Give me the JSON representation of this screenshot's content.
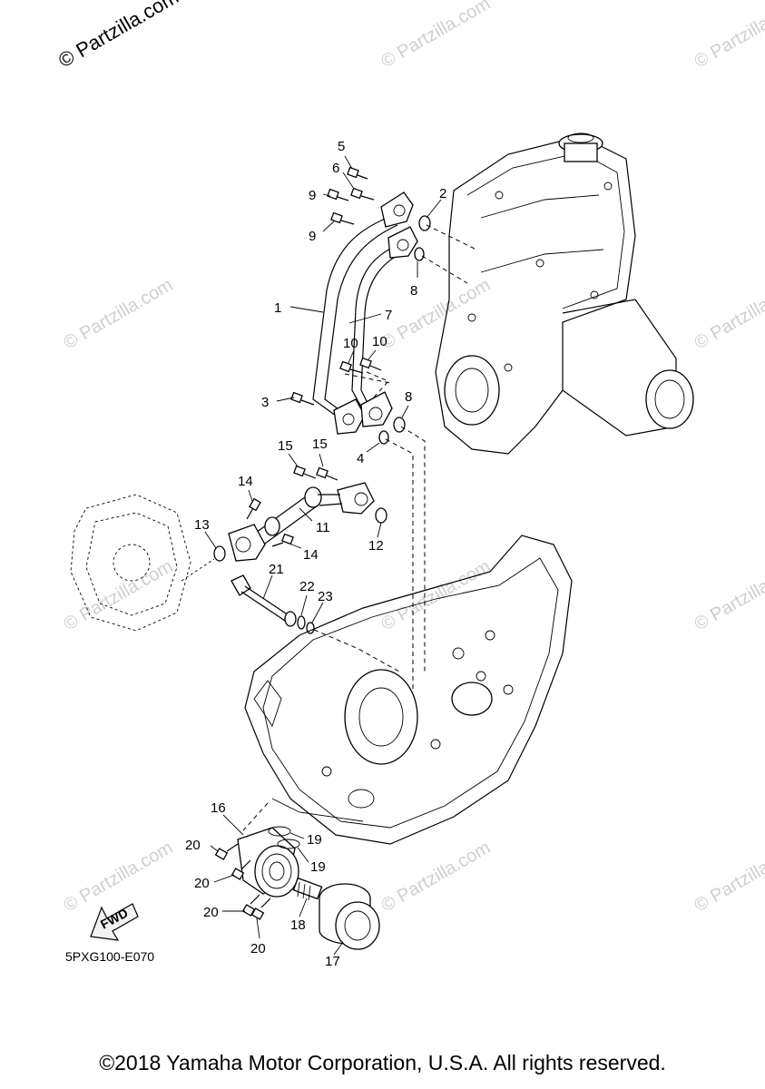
{
  "watermark_corner": "© Partzilla.com",
  "watermark_repeat": "© Partzilla.com",
  "callouts": {
    "c1": "1",
    "c2": "2",
    "c3": "3",
    "c4": "4",
    "c5": "5",
    "c6": "6",
    "c7": "7",
    "c8a": "8",
    "c8b": "8",
    "c9a": "9",
    "c9b": "9",
    "c10a": "10",
    "c10b": "10",
    "c11": "11",
    "c12": "12",
    "c13": "13",
    "c14a": "14",
    "c14b": "14",
    "c15a": "15",
    "c15b": "15",
    "c16": "16",
    "c17": "17",
    "c18": "18",
    "c19a": "19",
    "c19b": "19",
    "c20a": "20",
    "c20b": "20",
    "c20c": "20",
    "c20d": "20",
    "c21": "21",
    "c22": "22",
    "c23": "23"
  },
  "fwd_label": "FWD",
  "diagram_code": "5PXG100-E070",
  "copyright": "©2018 Yamaha Motor Corporation, U.S.A. All rights reserved."
}
